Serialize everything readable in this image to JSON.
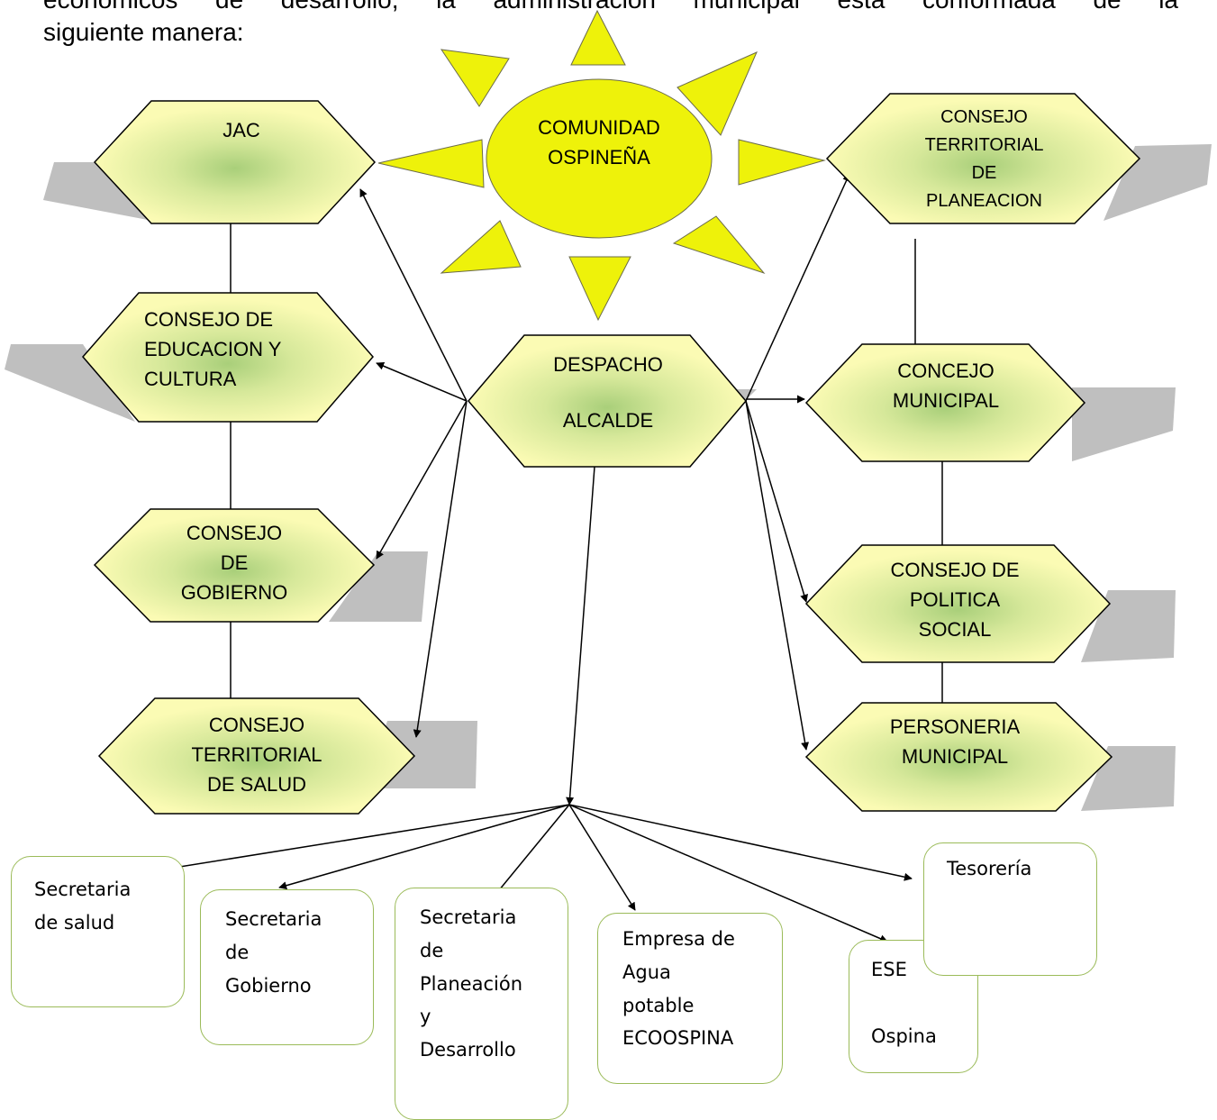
{
  "intro": {
    "line1": "económicos de desarrollo, la administración municipal está conformada de la",
    "line2": "siguiente manera:"
  },
  "center": {
    "label": "COMUNIDAD\nOSPINEÑA"
  },
  "hexagons": {
    "jac": "JAC",
    "educacion": "CONSEJO  DE\nEDUCACION Y\nCULTURA",
    "gobierno": "CONSEJO\nDE\nGOBIERNO",
    "salud": "CONSEJO\nTERRITORIAL\nDE SALUD",
    "despacho": "DESPACHO\nALCALDE",
    "planeacion": "CONSEJO\nTERRITORIAL\nDE\nPLANEACION",
    "concejo": "CONCEJO\nMUNICIPAL",
    "politica": "CONSEJO DE\nPOLITICA\nSOCIAL",
    "personeria": "PERSONERIA\nMUNICIPAL"
  },
  "boxes": {
    "sec_salud": "Secretaria\nde salud",
    "sec_gobierno": "Secretaria\nde\nGobierno",
    "sec_planeacion": "Secretaria\nde\nPlaneación\ny\nDesarrollo",
    "empresa_agua": "Empresa de\nAgua\npotable\nECOOSPINA",
    "ese": "ESE\n\nOspina",
    "tesoreria": "Tesorería"
  },
  "colors": {
    "hex_fill": "#fbfbb4",
    "hex_glow": "#a9cf7a",
    "sun": "#eef20a",
    "shadow": "#bfbfbf",
    "box_border": "#9bbb59"
  }
}
